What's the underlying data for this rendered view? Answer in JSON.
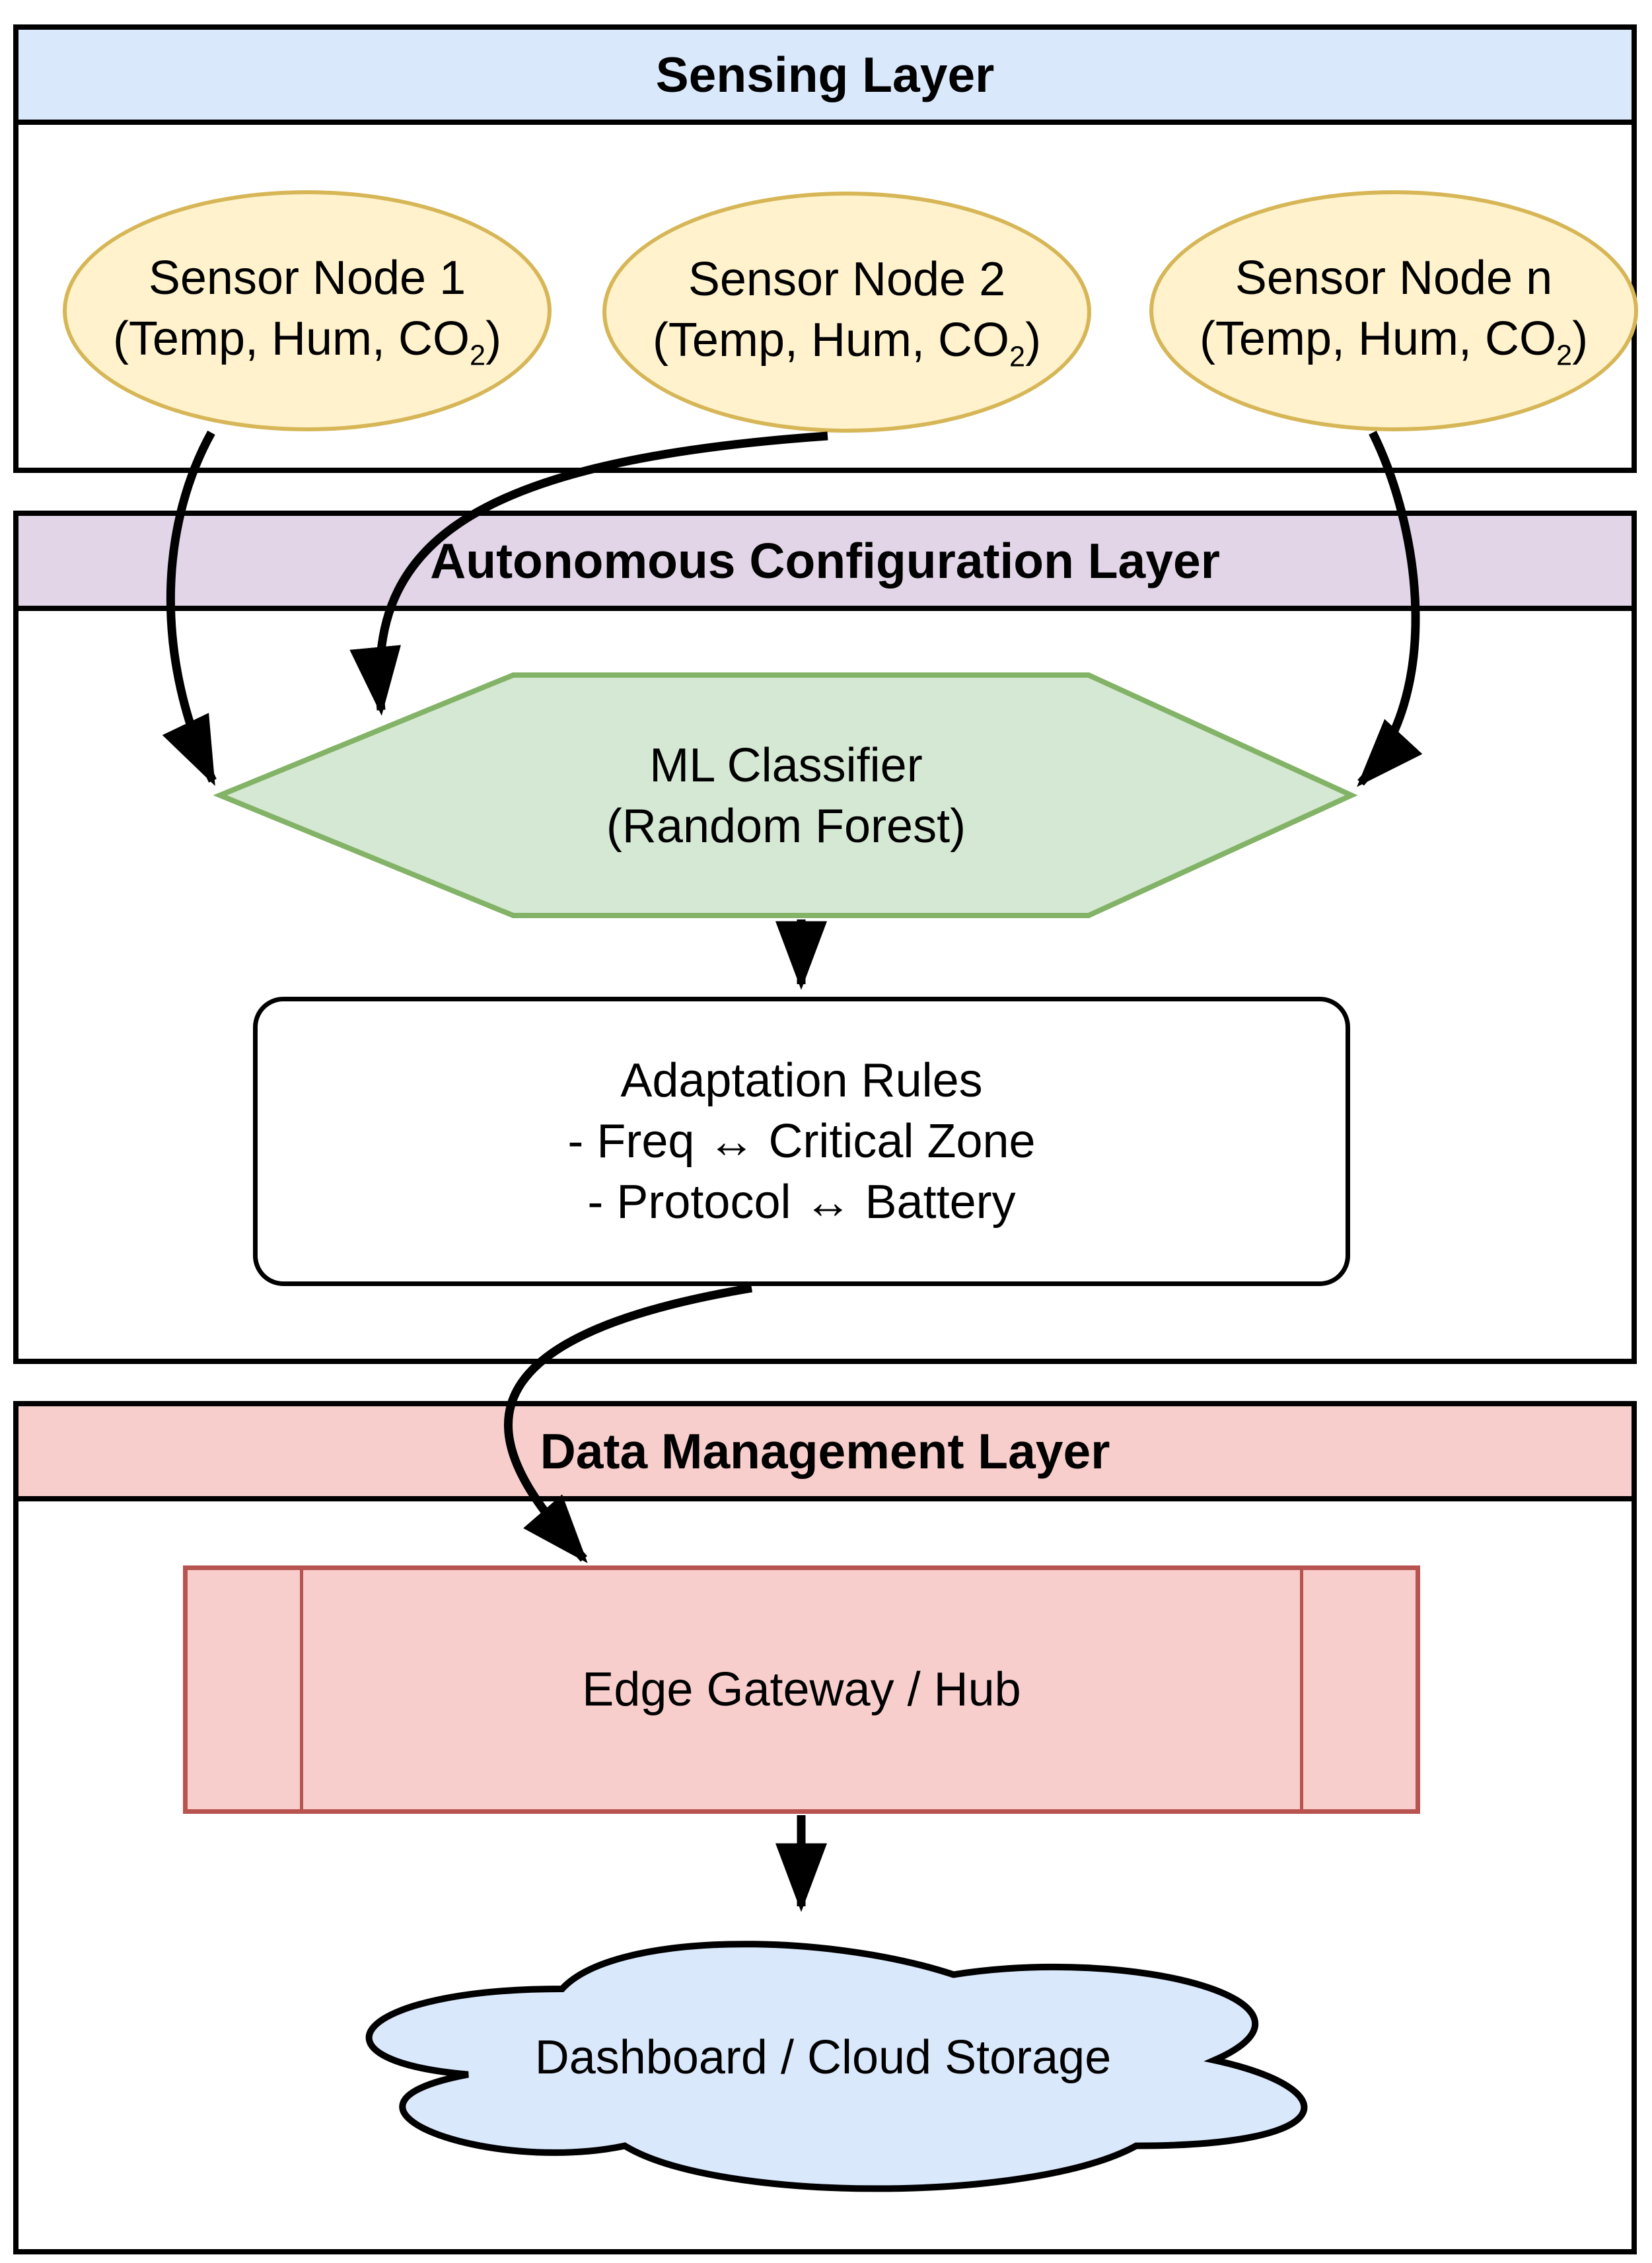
{
  "layers": {
    "sensing": {
      "title": "Sensing Layer",
      "header_color": "#dae8fc"
    },
    "autonomous": {
      "title": "Autonomous Configuration Layer",
      "header_color": "#e1d5e7"
    },
    "data_management": {
      "title": "Data Management Layer",
      "header_color": "#f8cecc"
    }
  },
  "sensing": {
    "nodes": [
      {
        "title": "Sensor Node 1",
        "params_prefix": "(Temp, Hum, CO",
        "params_sub": "2",
        "params_suffix": ")"
      },
      {
        "title": "Sensor Node 2",
        "params_prefix": "(Temp, Hum, CO",
        "params_sub": "2",
        "params_suffix": ")"
      },
      {
        "title": "Sensor Node n",
        "params_prefix": "(Temp, Hum, CO",
        "params_sub": "2",
        "params_suffix": ")"
      }
    ]
  },
  "classifier": {
    "name": "ML Classifier",
    "algorithm": "(Random Forest)"
  },
  "adaptation_rules": {
    "title": "Adaptation Rules",
    "rule1": "- Freq ↔ Critical Zone",
    "rule2": "- Protocol ↔ Battery"
  },
  "gateway": {
    "label": "Edge Gateway / Hub"
  },
  "cloud": {
    "label": "Dashboard / Cloud Storage"
  },
  "colors": {
    "sensing_header": "#dae8fc",
    "autonomous_header": "#e1d5e7",
    "data_header": "#f8cecc",
    "sensor_fill": "#fff2cc",
    "sensor_border": "#d6b656",
    "classifier_fill": "#d5e8d4",
    "classifier_border": "#82b366",
    "gateway_fill": "#f8cecc",
    "gateway_border": "#b85450",
    "cloud_fill": "#dae8fc",
    "stroke": "#000000"
  }
}
